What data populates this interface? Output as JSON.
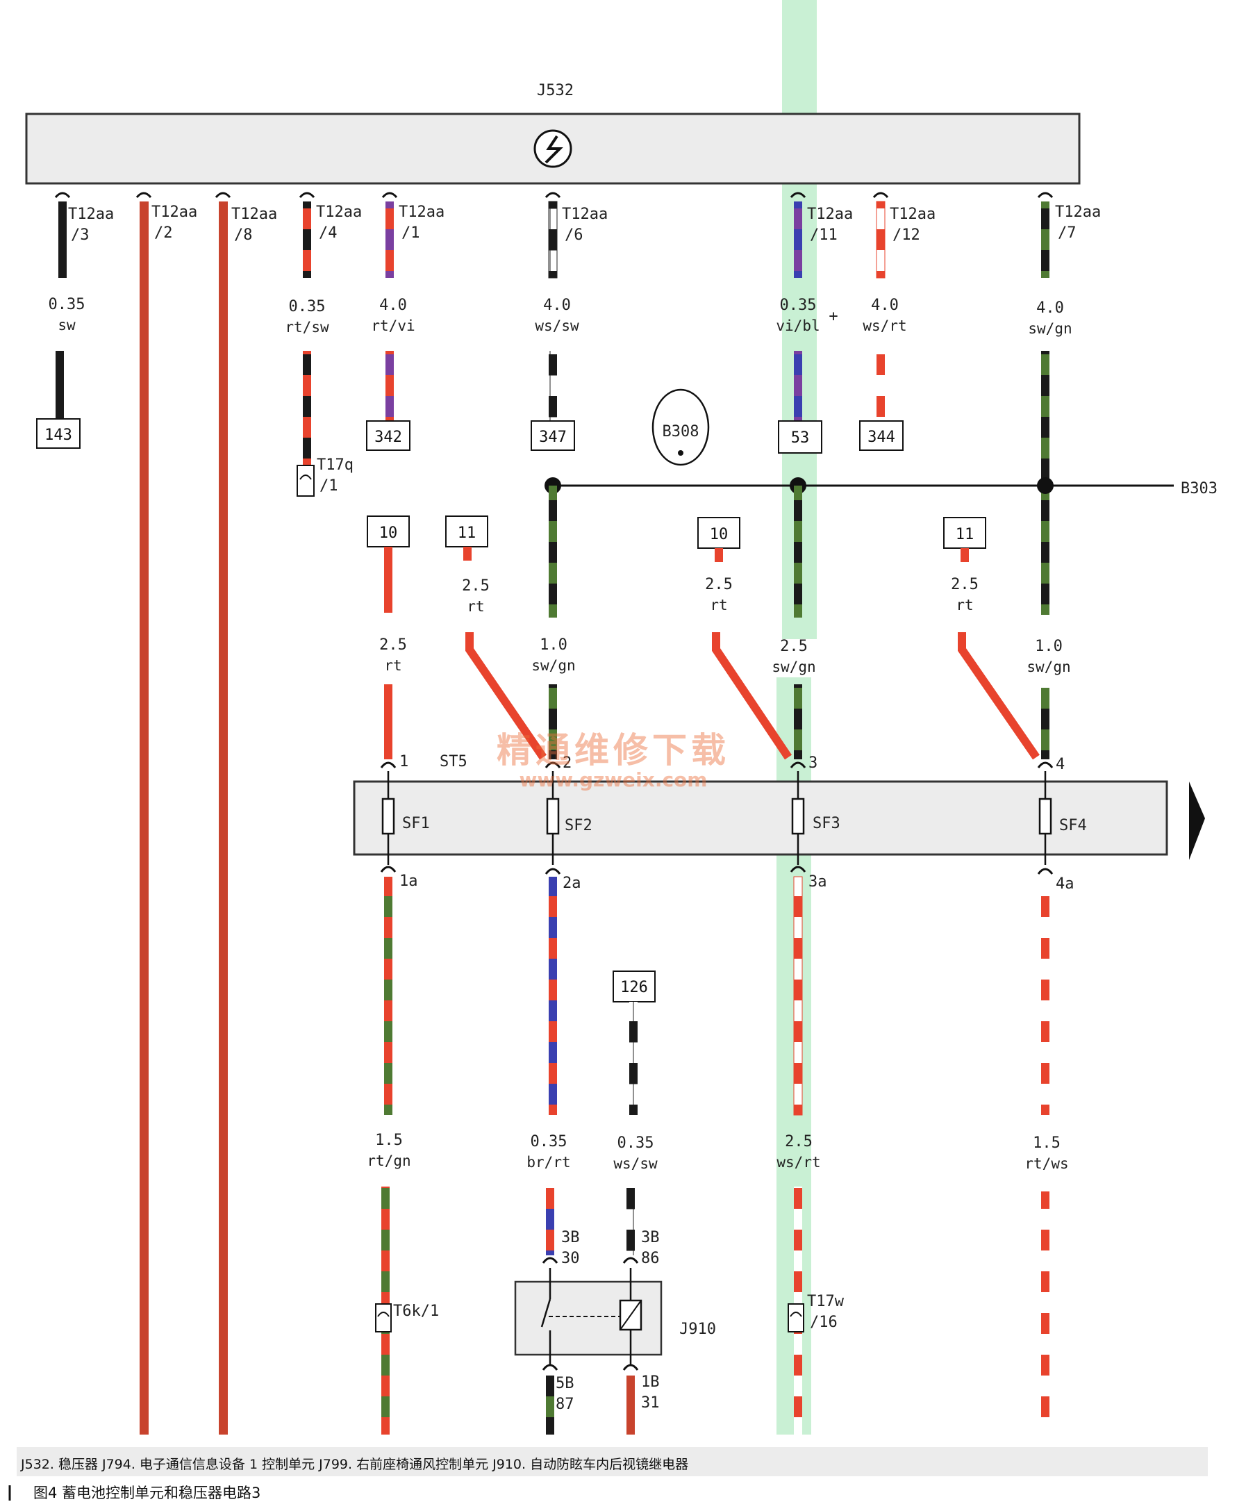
{
  "title_label": "J532",
  "module_icon": "stabilizer-symbol",
  "fuse_box": {
    "label": "ST5",
    "fuses": [
      "SF1",
      "SF2",
      "SF3",
      "SF4"
    ]
  },
  "connectors_top": [
    {
      "name": "T12aa",
      "pin": "/3"
    },
    {
      "name": "T12aa",
      "pin": "/2"
    },
    {
      "name": "T12aa",
      "pin": "/8"
    },
    {
      "name": "T12aa",
      "pin": "/4"
    },
    {
      "name": "T12aa",
      "pin": "/1"
    },
    {
      "name": "T12aa",
      "pin": "/6"
    },
    {
      "name": "T12aa",
      "pin": "/11"
    },
    {
      "name": "T12aa",
      "pin": "/12"
    },
    {
      "name": "T12aa",
      "pin": "/7"
    }
  ],
  "wires_top": [
    {
      "size": "0.35",
      "color": "sw"
    },
    {
      "size": "0.35",
      "color": "rt/sw"
    },
    {
      "size": "4.0",
      "color": "rt/vi"
    },
    {
      "size": "4.0",
      "color": "ws/sw"
    },
    {
      "size": "0.35",
      "color": "vi/bl"
    },
    {
      "size": "4.0",
      "color": "ws/rt"
    },
    {
      "size": "4.0",
      "color": "sw/gn"
    }
  ],
  "plus_sign": "+",
  "refs_top": [
    "143",
    "342",
    "347",
    "53",
    "344"
  ],
  "ground_point": "B308",
  "bus_label": "B303",
  "conn_t17q": {
    "name": "T17q",
    "pin": "/1"
  },
  "refs_mid": [
    "10",
    "11",
    "10",
    "11"
  ],
  "wires_mid_a": [
    {
      "size": "2.5",
      "color": "rt"
    },
    {
      "size": "2.5",
      "color": "rt"
    },
    {
      "size": "2.5",
      "color": "rt"
    }
  ],
  "wires_mid_b": [
    {
      "size": "2.5",
      "color": "rt"
    },
    {
      "size": "1.0",
      "color": "sw/gn"
    },
    {
      "size": "2.5",
      "color": "sw/gn"
    },
    {
      "size": "1.0",
      "color": "sw/gn"
    }
  ],
  "fuse_pins_in": [
    "1",
    "2",
    "3",
    "4"
  ],
  "fuse_pins_out": [
    "1a",
    "2a",
    "3a",
    "4a"
  ],
  "ref_126": "126",
  "wires_low": [
    {
      "size": "1.5",
      "color": "rt/gn"
    },
    {
      "size": "0.35",
      "color": "br/rt"
    },
    {
      "size": "0.35",
      "color": "ws/sw"
    },
    {
      "size": "2.5",
      "color": "ws/rt"
    },
    {
      "size": "1.5",
      "color": "rt/ws"
    }
  ],
  "conn_t6k": {
    "name": "T6k",
    "pin": "/1"
  },
  "conn_t17w": {
    "name": "T17w",
    "pin": "/16"
  },
  "relay": {
    "label": "J910",
    "pins_top": [
      {
        "a": "3B",
        "b": "30"
      },
      {
        "a": "3B",
        "b": "86"
      }
    ],
    "pins_bottom": [
      {
        "a": "5B",
        "b": "87"
      },
      {
        "a": "1B",
        "b": "31"
      }
    ]
  },
  "watermark": {
    "line1": "精通维修下载",
    "line2": "www.gzweix.com"
  },
  "legend": "J532. 稳压器  J794. 电子通信信息设备 1 控制单元  J799. 右前座椅通风控制单元  J910. 自动防眩车内后视镜继电器",
  "figure_title": "图4   蓄电池控制单元和稳压器电路3",
  "colors": {
    "rt": "#e8432d",
    "sw": "#1a1a1a",
    "gn": "#4f7a33",
    "vi": "#7a3fa0",
    "bl": "#3a3fb0",
    "ws": "#ffffff",
    "br": "#7a4a2a",
    "trace": "#c9f0d4"
  }
}
